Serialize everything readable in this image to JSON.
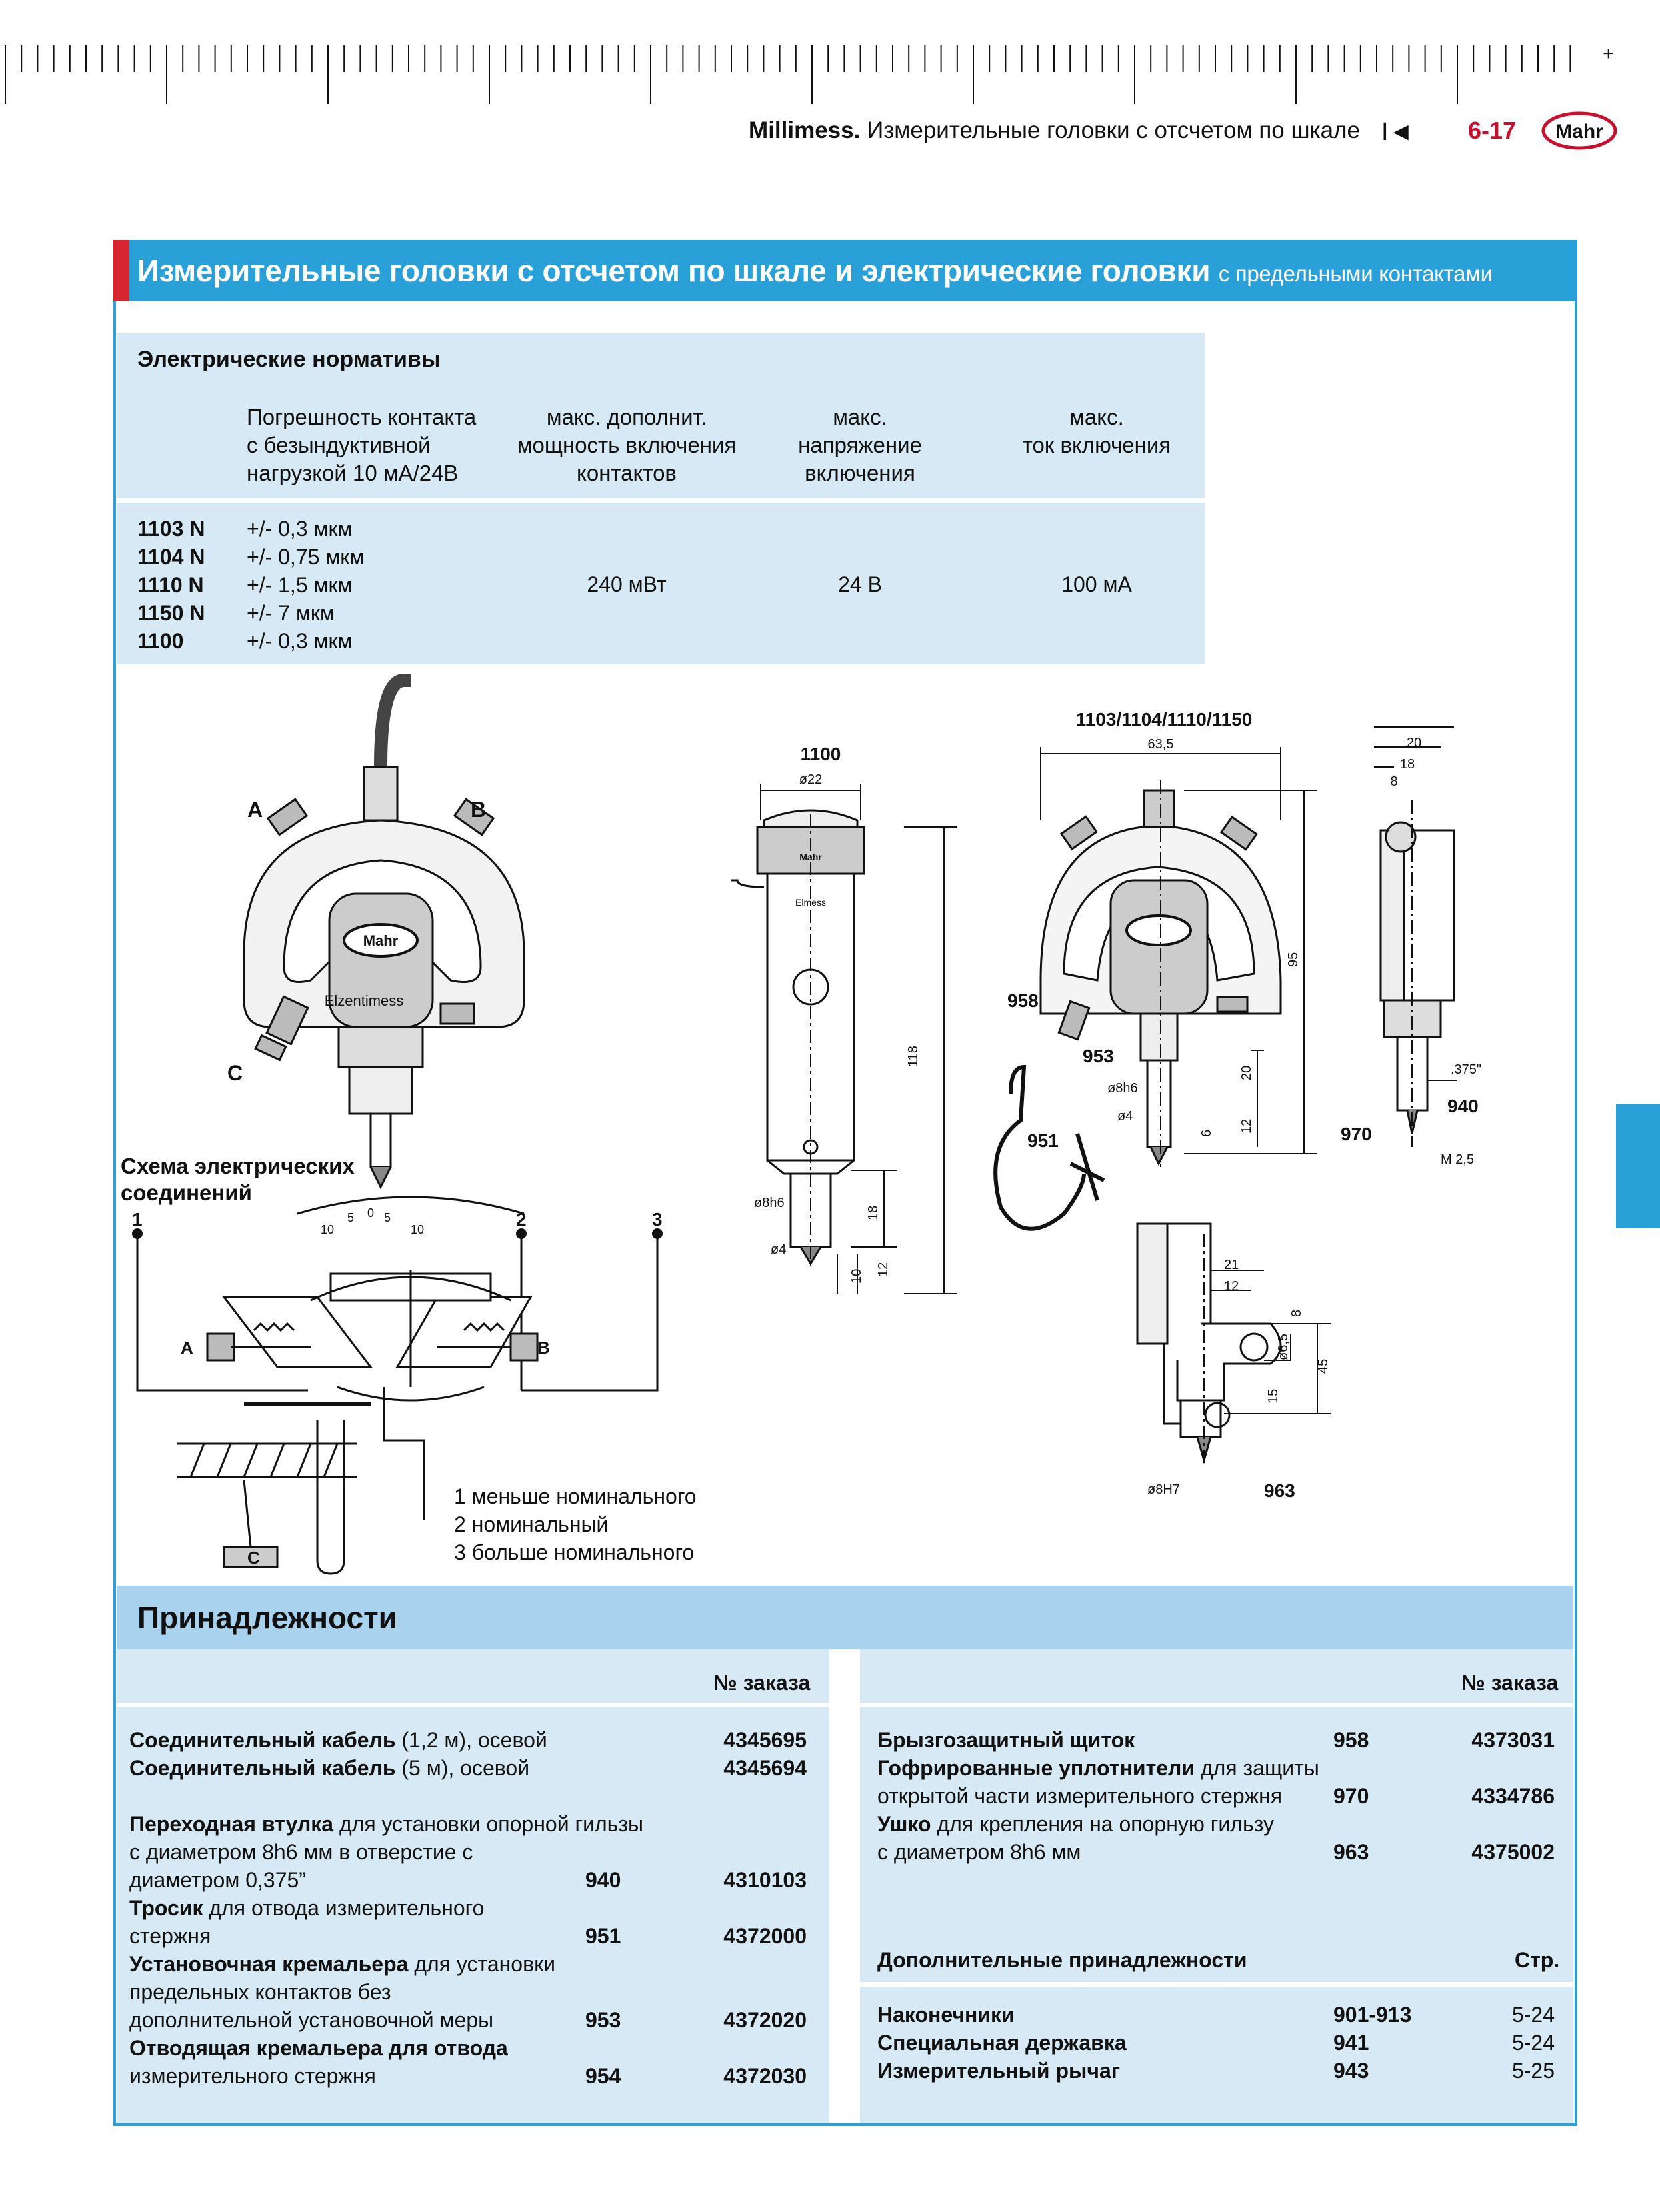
{
  "header": {
    "brand": "Millimess.",
    "section": "Измерительные головки с отсчетом по шкале",
    "marker": "I◄",
    "page": "6-17",
    "logo_text": "Mahr"
  },
  "title": {
    "main": "Измерительные головки с отсчетом по шкале и электрические головки",
    "sub": "с предельными контактами"
  },
  "electrical": {
    "heading": "Электрические нормативы",
    "columns": [
      [
        "Погрешность контакта",
        "с безындуктивной",
        "нагрузкой 10 мА/24В"
      ],
      [
        "макс. дополнит.",
        "мощность включения",
        "контактов"
      ],
      [
        "макс.",
        "напряжение",
        "включения"
      ],
      [
        "макс.",
        "ток включения"
      ]
    ],
    "models": [
      "1103 N",
      "1104 N",
      "1110 N",
      "1150 N",
      "1100"
    ],
    "accuracy": [
      "+/- 0,3 мкм",
      "+/- 0,75 мкм",
      "+/- 1,5 мкм",
      "+/- 7 мкм",
      "+/- 0,3 мкм"
    ],
    "power": "240 мВт",
    "voltage": "24 В",
    "current": "100 мА"
  },
  "figures": {
    "device_labels": [
      "A",
      "B",
      "C"
    ],
    "device_brand": "Mahr",
    "device_name": "Elzentimess",
    "elmess_brand": "Mahr",
    "elmess_name": "Elmess",
    "schema_title": [
      "Схема электрических",
      "соединений"
    ],
    "schema_nodes": [
      "1",
      "2",
      "3"
    ],
    "schema_ab": [
      "A",
      "B",
      "C"
    ],
    "scale_ticks": [
      "10",
      "5",
      "0",
      "5",
      "10"
    ],
    "legend": [
      "1  меньше номинального",
      "2  номинальный",
      "3  больше номинального"
    ],
    "dwg_1100": {
      "title": "1100",
      "dims": [
        "ø22",
        "118",
        "ø8h6",
        "18",
        "ø4",
        "10",
        "12"
      ]
    },
    "dwg_main": {
      "title": "1103/1104/1110/1150",
      "dims": [
        "63,5",
        "95",
        "20",
        "ø8h6",
        "ø4",
        "6",
        "12"
      ],
      "callouts": [
        "958",
        "953",
        "951"
      ]
    },
    "dwg_side": {
      "dims": [
        "20",
        "18",
        "8",
        ".375\"",
        "M 2,5"
      ],
      "callouts": [
        "940",
        "970"
      ]
    },
    "dwg_clamp": {
      "dims": [
        "21",
        "12",
        "8",
        "ø6,5",
        "45",
        "15",
        "ø8H7"
      ],
      "callouts": [
        "963"
      ]
    }
  },
  "accessories": {
    "title": "Принадлежности",
    "order_header": "№ заказа",
    "left": [
      {
        "lines": [
          [
            "Соединительный кабель",
            " (1,2 м), осевой"
          ]
        ],
        "num": "",
        "order": "4345695"
      },
      {
        "lines": [
          [
            "Соединительный кабель",
            " (5 м), осевой"
          ]
        ],
        "num": "",
        "order": "4345694"
      },
      {
        "lines": [
          [
            "Переходная втулка",
            " для установки опорной гильзы"
          ],
          [
            "",
            "с диаметром 8h6 мм в отверстие с"
          ],
          [
            "",
            "диаметром 0,375”"
          ]
        ],
        "num": "940",
        "order": "4310103"
      },
      {
        "lines": [
          [
            "Тросик",
            " для отвода измерительного"
          ],
          [
            "",
            "стержня"
          ]
        ],
        "num": "951",
        "order": "4372000"
      },
      {
        "lines": [
          [
            "Установочная кремальера",
            " для установки"
          ],
          [
            "",
            "предельных контактов без"
          ],
          [
            "",
            "дополнительной установочной меры"
          ]
        ],
        "num": "953",
        "order": "4372020"
      },
      {
        "lines": [
          [
            "Отводящая кремальера для отвода",
            ""
          ],
          [
            "",
            "измерительного стержня"
          ]
        ],
        "num": "954",
        "order": "4372030"
      }
    ],
    "right": [
      {
        "lines": [
          [
            "Брызгозащитный щиток",
            ""
          ]
        ],
        "num": "958",
        "order": "4373031"
      },
      {
        "lines": [
          [
            "Гофрированные уплотнители",
            " для защиты"
          ],
          [
            "",
            "открытой части измерительного стержня"
          ]
        ],
        "num": "970",
        "order": "4334786"
      },
      {
        "lines": [
          [
            "Ушко",
            " для крепления на опорную гильзу"
          ],
          [
            "",
            "с диаметром 8h6 мм"
          ]
        ],
        "num": "963",
        "order": "4375002"
      }
    ],
    "extra_title": "Дополнительные принадлежности",
    "extra_page_header": "Стр.",
    "extra": [
      {
        "name": "Наконечники",
        "num": "901-913",
        "page": "5-24"
      },
      {
        "name": "Специальная державка",
        "num": "941",
        "page": "5-24"
      },
      {
        "name": "Измерительный рычаг",
        "num": "943",
        "page": "5-25"
      }
    ]
  },
  "colors": {
    "accent": "#2aa0d8",
    "red": "#d7262f",
    "light": "#d6e9f5",
    "mid": "#a9d2ee",
    "page_red": "#c8102e"
  }
}
